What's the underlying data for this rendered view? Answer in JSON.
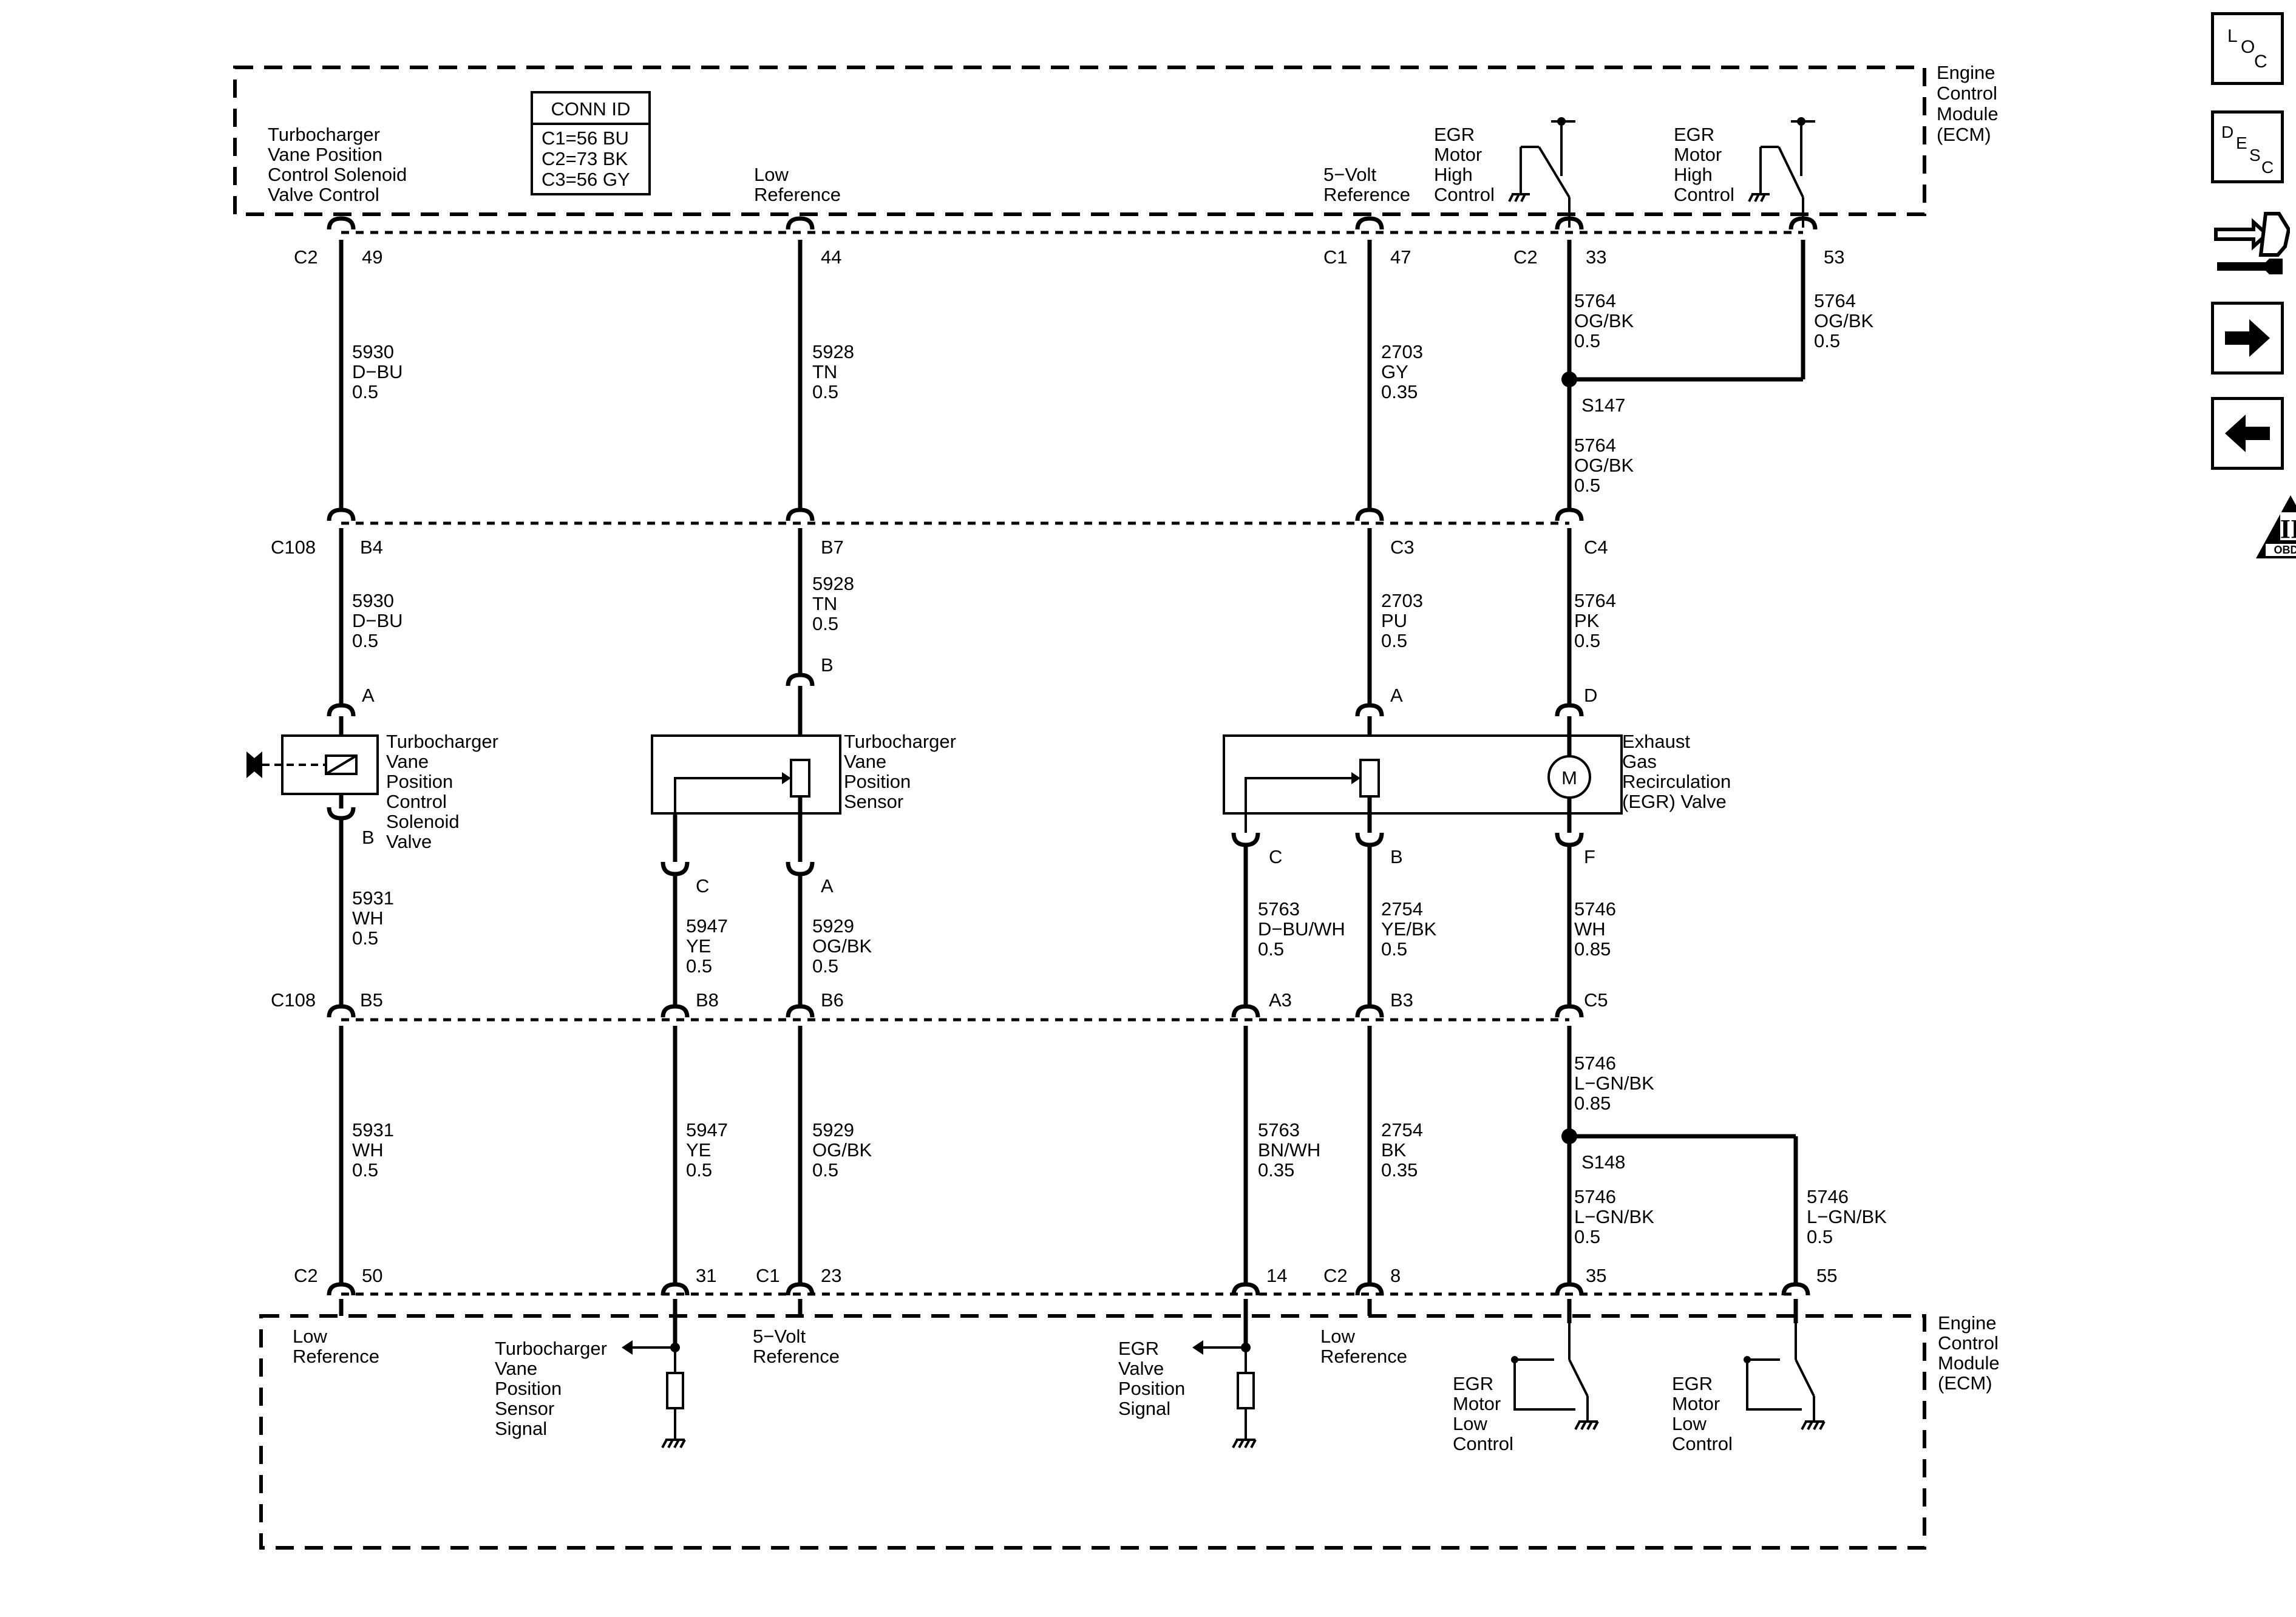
{
  "conn_id": {
    "title": "CONN ID",
    "rows": [
      "C1=56 BU",
      "C2=73 BK",
      "C3=56 GY"
    ]
  },
  "ecm_top": {
    "title": [
      "Engine",
      "Control",
      "Module",
      "(ECM)"
    ],
    "turbo_vane_ctrl": [
      "Turbocharger",
      "Vane Position",
      "Control Solenoid",
      "Valve Control"
    ],
    "low_ref": [
      "Low",
      "Reference"
    ],
    "five_volt_ref": [
      "5−Volt",
      "Reference"
    ],
    "egr_high_1": [
      "EGR",
      "Motor",
      "High",
      "Control"
    ],
    "egr_high_2": [
      "EGR",
      "Motor",
      "High",
      "Control"
    ]
  },
  "ecm_bottom": {
    "title": [
      "Engine",
      "Control",
      "Module",
      "(ECM)"
    ],
    "low_ref_1": [
      "Low",
      "Reference"
    ],
    "turbo_sensor_signal": [
      "Turbocharger",
      "Vane",
      "Position",
      "Sensor",
      "Signal"
    ],
    "five_volt_ref": [
      "5−Volt",
      "Reference"
    ],
    "egr_pos_signal": [
      "EGR",
      "Valve",
      "Position",
      "Signal"
    ],
    "low_ref_2": [
      "Low",
      "Reference"
    ],
    "egr_low_1": [
      "EGR",
      "Motor",
      "Low",
      "Control"
    ],
    "egr_low_2": [
      "EGR",
      "Motor",
      "Low",
      "Control"
    ]
  },
  "top_pins": {
    "c2": "C2",
    "p49": "49",
    "p44": "44",
    "c1": "C1",
    "p47": "47",
    "c2b": "C2",
    "p33": "33",
    "p53": "53"
  },
  "mid_pins": {
    "c108a": "C108",
    "b4": "B4",
    "b7": "B7",
    "c3": "C3",
    "c4": "C4",
    "c108b": "C108",
    "b5": "B5",
    "b8": "B8",
    "b6": "B6",
    "a3": "A3",
    "b3": "B3",
    "c5": "C5"
  },
  "bottom_pins": {
    "c2": "C2",
    "p50": "50",
    "p31": "31",
    "c1": "C1",
    "p23": "23",
    "p14": "14",
    "c2b": "C2",
    "p8": "8",
    "p35": "35",
    "p55": "55"
  },
  "wires": {
    "w1a": [
      "5930",
      "D−BU",
      "0.5"
    ],
    "w2a": [
      "5928",
      "TN",
      "0.5"
    ],
    "w3a": [
      "2703",
      "GY",
      "0.35"
    ],
    "w4a": [
      "5764",
      "OG/BK",
      "0.5"
    ],
    "w5a": [
      "5764",
      "OG/BK",
      "0.5"
    ],
    "w4b": [
      "5764",
      "OG/BK",
      "0.5"
    ],
    "splice1": "S147",
    "w1b": [
      "5930",
      "D−BU",
      "0.5"
    ],
    "w2b": [
      "5928",
      "TN",
      "0.5"
    ],
    "w3b": [
      "2703",
      "PU",
      "0.5"
    ],
    "w4c": [
      "5764",
      "PK",
      "0.5"
    ],
    "w1c": [
      "5931",
      "WH",
      "0.5"
    ],
    "w6a": [
      "5947",
      "YE",
      "0.5"
    ],
    "w2c": [
      "5929",
      "OG/BK",
      "0.5"
    ],
    "w7a": [
      "5763",
      "D−BU/WH",
      "0.5"
    ],
    "w3c": [
      "2754",
      "YE/BK",
      "0.5"
    ],
    "w4d": [
      "5746",
      "WH",
      "0.85"
    ],
    "w4e": [
      "5746",
      "L−GN/BK",
      "0.85"
    ],
    "splice2": "S148",
    "w1d": [
      "5931",
      "WH",
      "0.5"
    ],
    "w6b": [
      "5947",
      "YE",
      "0.5"
    ],
    "w2d": [
      "5929",
      "OG/BK",
      "0.5"
    ],
    "w7b": [
      "5763",
      "BN/WH",
      "0.35"
    ],
    "w3d": [
      "2754",
      "BK",
      "0.35"
    ],
    "w4f": [
      "5746",
      "L−GN/BK",
      "0.5"
    ],
    "w5b": [
      "5746",
      "L−GN/BK",
      "0.5"
    ]
  },
  "components": {
    "solenoid": {
      "label": [
        "Turbocharger",
        "Vane",
        "Position",
        "Control",
        "Solenoid",
        "Valve"
      ],
      "pin_a": "A",
      "pin_b": "B"
    },
    "vane_sensor": {
      "label": [
        "Turbocharger",
        "Vane",
        "Position",
        "Sensor"
      ],
      "pin_b": "B",
      "pin_c": "C",
      "pin_a": "A"
    },
    "egr_valve": {
      "label": [
        "Exhaust",
        "Gas",
        "Recirculation",
        "(EGR) Valve"
      ],
      "pin_a": "A",
      "pin_d": "D",
      "pin_c": "C",
      "pin_b": "B",
      "pin_f": "F",
      "motor": "M"
    }
  },
  "nav": {
    "loc": [
      "L",
      "O",
      "C"
    ],
    "desc": [
      "D",
      "E",
      "S",
      "C"
    ],
    "obd": "OBD II",
    "obd_numeral": "II",
    "icons": [
      "loc-icon",
      "desc-icon",
      "connector-icon",
      "next-arrow-icon",
      "prev-arrow-icon",
      "obd-icon"
    ]
  }
}
